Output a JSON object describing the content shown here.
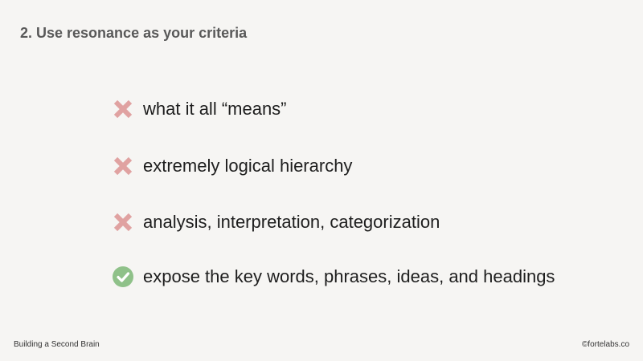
{
  "slide": {
    "title": "2. Use resonance as your criteria",
    "items": [
      {
        "text": "what it all “means”",
        "icon": "cross-icon"
      },
      {
        "text": "extremely logical hierarchy",
        "icon": "cross-icon"
      },
      {
        "text": "analysis, interpretation, categorization",
        "icon": "cross-icon"
      },
      {
        "text": "expose the key words, phrases, ideas, and headings",
        "icon": "check-icon"
      }
    ]
  },
  "footer": {
    "left": "Building a Second Brain",
    "right": "©fortelabs.co"
  },
  "colors": {
    "background": "#f6f5f3",
    "cross": "#e0a2a1",
    "check": "#8fc189",
    "title": "#595959",
    "text": "#1e1e1e"
  }
}
